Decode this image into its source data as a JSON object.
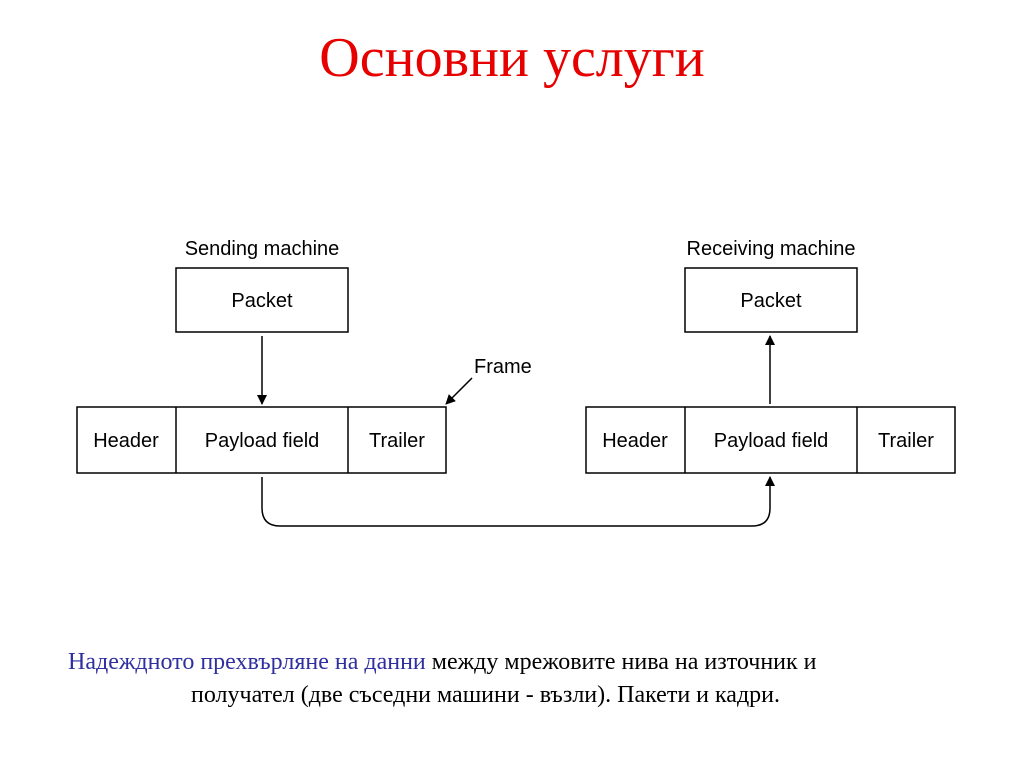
{
  "title": "Основни услуги",
  "diagram": {
    "sending_label": "Sending machine",
    "receiving_label": "Receiving machine",
    "frame_label": "Frame",
    "sending_packet": "Packet",
    "receiving_packet": "Packet",
    "sending_frame": {
      "header": "Header",
      "payload": "Payload field",
      "trailer": "Trailer"
    },
    "receiving_frame": {
      "header": "Header",
      "payload": "Payload field",
      "trailer": "Trailer"
    }
  },
  "caption": {
    "highlight": "Надеждното прехвърляне на данни",
    "line1_rest": " между мрежовите нива на източник и",
    "line2": "получател (две съседни машини - възли). Пакети и кадри."
  },
  "colors": {
    "title": "#e60000",
    "highlight": "#2f2f9f"
  }
}
